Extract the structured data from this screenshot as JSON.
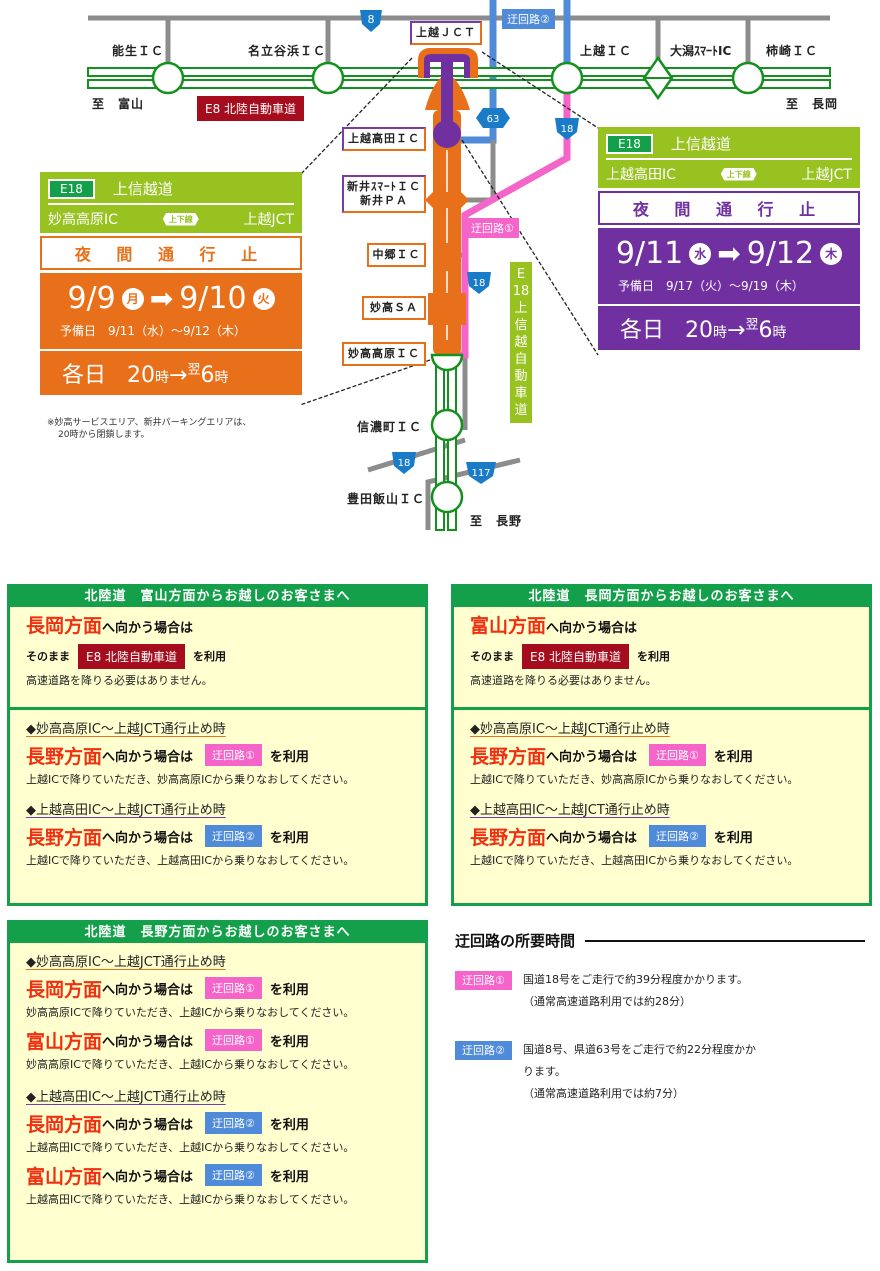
{
  "map": {
    "hokuriku_ics": [
      "能生ＩＣ",
      "名立谷浜ＩＣ",
      "上越ＩＣ",
      "大潟ｽﾏｰﾄIC",
      "柿崎ＩＣ"
    ],
    "jct_label": "上越ＪＣＴ",
    "to_toyama": "至　富山",
    "to_nagaoka": "至　長岡",
    "to_nagano": "至　長野",
    "e8_tag": "E8 北陸自動車道",
    "e18_vertical": [
      "E",
      "18",
      "上",
      "信",
      "越",
      "自",
      "動",
      "車",
      "道"
    ],
    "joshinetsu_ics": [
      {
        "label": "上越高田ＩＣ",
        "box": "purple"
      },
      {
        "label": "新井ｽﾏｰﾄＩＣ\n新井ＰＡ",
        "box": "purple"
      },
      {
        "label": "中郷ＩＣ",
        "box": "orange"
      },
      {
        "label": "妙高ＳＡ",
        "box": "orange"
      },
      {
        "label": "妙高高原ＩＣ",
        "box": "orange"
      }
    ],
    "south_ics": [
      "信濃町ＩＣ",
      "豊田飯山ＩＣ"
    ],
    "route_shields": [
      "8",
      "63",
      "18",
      "18",
      "18",
      "117"
    ],
    "detour1_label": "迂回路①",
    "detour2_label": "迂回路②",
    "note": [
      "※妙高サービスエリア、新井パーキングエリアは、",
      "20時から閉鎖します。"
    ],
    "colors": {
      "hokuriku": "#14901e",
      "closure_orange": "#e8701a",
      "closure_purple": "#7030a0",
      "detour1": "#f564c8",
      "detour2": "#4f8bd8",
      "e18_green": "#97c21f",
      "road_gray": "#8c8c8c",
      "e8_red": "#a50d1e"
    }
  },
  "closures": [
    {
      "shield": "E18",
      "route": "上信越道",
      "from": "妙高高原IC",
      "direction": "上下線",
      "to": "上越JCT",
      "type": "夜 間 通 行 止",
      "start_date": "9/9",
      "start_dow": "月",
      "end_date": "9/10",
      "end_dow": "火",
      "spare": "予備日　9/11（水）～9/12（木）",
      "daily_label": "各日",
      "daily_from": "20",
      "daily_hour": "時",
      "daily_next": "翌",
      "daily_to": "6",
      "arrow": "→"
    },
    {
      "shield": "E18",
      "route": "上信越道",
      "from": "上越高田IC",
      "direction": "上下線",
      "to": "上越JCT",
      "type": "夜 間 通 行 止",
      "start_date": "9/11",
      "start_dow": "水",
      "end_date": "9/12",
      "end_dow": "木",
      "spare": "予備日　9/17（火）～9/19（木）",
      "daily_label": "各日",
      "daily_from": "20",
      "daily_hour": "時",
      "daily_next": "翌",
      "daily_to": "6",
      "arrow": "→"
    }
  ],
  "panels": {
    "from_toyama": {
      "title": "北陸道　富山方面からお越しのお客さまへ",
      "direct": {
        "dest": "長岡方面",
        "suffix": "へ向かう場合は",
        "pre": "そのまま",
        "road": "E8 北陸自動車道",
        "use": "を利用",
        "desc": "高速道路を降りる必要はありません。"
      },
      "cases": [
        {
          "caption": "◆妙高高原IC～上越JCT通行止め時",
          "dest": "長野方面",
          "suffix": "へ向かう場合は",
          "detour": "迂回路①",
          "use": "を利用",
          "desc": "上越ICで降りていただき、妙高高原ICから乗りなおしてください。"
        },
        {
          "caption": "◆上越高田IC～上越JCT通行止め時",
          "dest": "長野方面",
          "suffix": "へ向かう場合は",
          "detour": "迂回路②",
          "use": "を利用",
          "desc": "上越ICで降りていただき、上越高田ICから乗りなおしてください。"
        }
      ]
    },
    "from_nagaoka": {
      "title": "北陸道　長岡方面からお越しのお客さまへ",
      "direct": {
        "dest": "富山方面",
        "suffix": "へ向かう場合は",
        "pre": "そのまま",
        "road": "E8 北陸自動車道",
        "use": "を利用",
        "desc": "高速道路を降りる必要はありません。"
      },
      "cases": [
        {
          "caption": "◆妙高高原IC～上越JCT通行止め時",
          "dest": "長野方面",
          "suffix": "へ向かう場合は",
          "detour": "迂回路①",
          "use": "を利用",
          "desc": "上越ICで降りていただき、妙高高原ICから乗りなおしてください。"
        },
        {
          "caption": "◆上越高田IC～上越JCT通行止め時",
          "dest": "長野方面",
          "suffix": "へ向かう場合は",
          "detour": "迂回路②",
          "use": "を利用",
          "desc": "上越ICで降りていただき、上越高田ICから乗りなおしてください。"
        }
      ]
    },
    "from_nagano": {
      "title": "北陸道　長野方面からお越しのお客さまへ",
      "groups": [
        {
          "caption": "◆妙高高原IC～上越JCT通行止め時",
          "items": [
            {
              "dest": "長岡方面",
              "suffix": "へ向かう場合は",
              "detour": "迂回路①",
              "use": "を利用",
              "desc": "妙高高原ICで降りていただき、上越ICから乗りなおしてください。"
            },
            {
              "dest": "富山方面",
              "suffix": "へ向かう場合は",
              "detour": "迂回路①",
              "use": "を利用",
              "desc": "妙高高原ICで降りていただき、上越ICから乗りなおしてください。"
            }
          ]
        },
        {
          "caption": "◆上越高田IC～上越JCT通行止め時",
          "items": [
            {
              "dest": "長岡方面",
              "suffix": "へ向かう場合は",
              "detour": "迂回路②",
              "use": "を利用",
              "desc": "上越高田ICで降りていただき、上越ICから乗りなおしてください。"
            },
            {
              "dest": "富山方面",
              "suffix": "へ向かう場合は",
              "detour": "迂回路②",
              "use": "を利用",
              "desc": "上越高田ICで降りていただき、上越ICから乗りなおしてください。"
            }
          ]
        }
      ]
    }
  },
  "detour_time": {
    "title": "迂回路の所要時間",
    "items": [
      {
        "tag": "迂回路①",
        "lines": [
          "国道18号をご走行で約39分程度かかります。",
          "（通常高速道路利用では約28分）"
        ]
      },
      {
        "tag": "迂回路②",
        "lines": [
          "国道8号、県道63号をご走行で約22分程度かか",
          "ります。",
          "（通常高速道路利用では約7分）"
        ]
      }
    ]
  }
}
